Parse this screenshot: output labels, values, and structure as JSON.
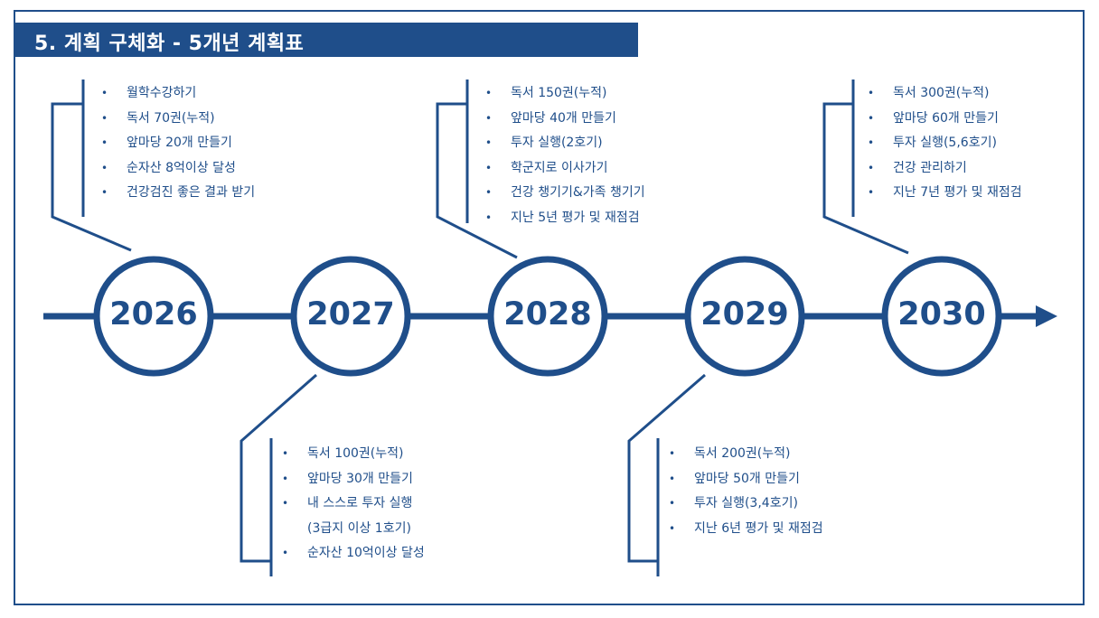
{
  "title": "5. 계획 구체화 - 5개년 계획표",
  "accent_color": "#1f4e8a",
  "bullet": "•",
  "years": [
    {
      "year": "2026",
      "items": [
        "월학수강하기",
        "독서 70권(누적)",
        "앞마당 20개 만들기",
        "순자산 8억이상 달성",
        "건강검진 좋은 결과 받기"
      ]
    },
    {
      "year": "2027",
      "items": [
        "독서 100권(누적)",
        "앞마당 30개 만들기",
        "내 스스로 투자 실행",
        "(3급지 이상 1호기)",
        "순자산 10억이상 달성"
      ]
    },
    {
      "year": "2028",
      "items": [
        "독서 150권(누적)",
        "앞마당 40개 만들기",
        "투자 실행(2호기)",
        "학군지로 이사가기",
        "건강 챙기기&가족 챙기기",
        "지난 5년 평가 및 재점검"
      ]
    },
    {
      "year": "2029",
      "items": [
        "독서 200권(누적)",
        "앞마당 50개 만들기",
        "투자 실행(3,4호기)",
        "지난 6년 평가 및 재점검"
      ]
    },
    {
      "year": "2030",
      "items": [
        "독서 300권(누적)",
        "앞마당 60개 만들기",
        "투자 실행(5,6호기)",
        "건강 관리하기",
        "지난 7년 평가 및 재점검"
      ]
    }
  ]
}
